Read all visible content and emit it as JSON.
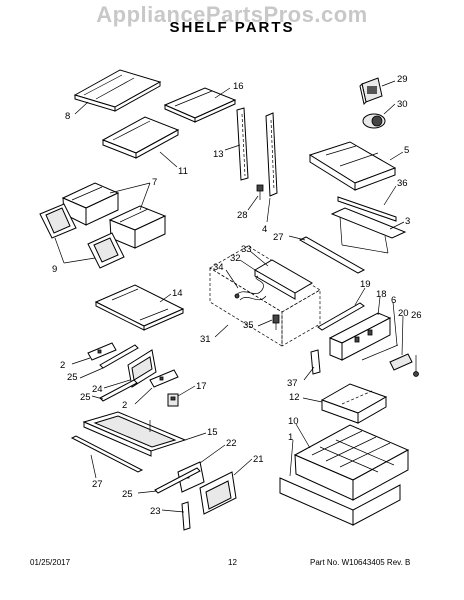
{
  "watermark": "AppliancePartsPros.com",
  "title": "SHELF PARTS",
  "footer": {
    "date": "01/25/2017",
    "page": "12",
    "part_no": "Part No. W10643405  Rev. B"
  },
  "callouts": {
    "c1": "1",
    "c2a": "2",
    "c2b": "2",
    "c3": "3",
    "c4": "4",
    "c5": "5",
    "c6": "6",
    "c7": "7",
    "c8": "8",
    "c9": "9",
    "c10": "10",
    "c11": "11",
    "c12": "12",
    "c13": "13",
    "c14": "14",
    "c15": "15",
    "c16": "16",
    "c17": "17",
    "c18": "18",
    "c19": "19",
    "c20": "20",
    "c21": "21",
    "c22": "22",
    "c23": "23",
    "c24": "24",
    "c25a": "25",
    "c25b": "25",
    "c25c": "25",
    "c26": "26",
    "c27a": "27",
    "c27b": "27",
    "c28": "28",
    "c29": "29",
    "c30": "30",
    "c31": "31",
    "c32": "32",
    "c33": "33",
    "c34": "34",
    "c35": "35",
    "c36": "36",
    "c37": "37"
  }
}
